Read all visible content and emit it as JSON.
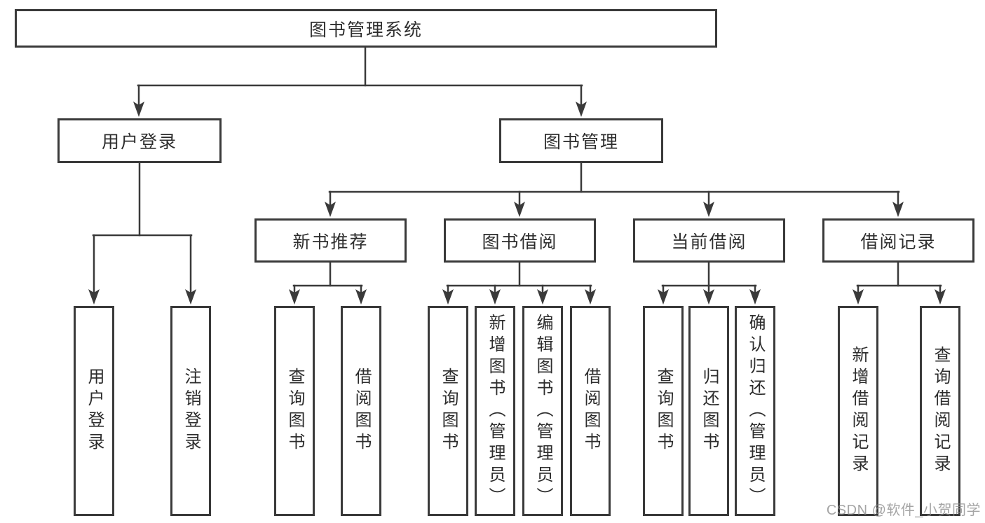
{
  "diagram": {
    "tree": {
      "label": "图书管理系统",
      "children": [
        {
          "label": "用户登录",
          "children": [
            {
              "label": "用户登录"
            },
            {
              "label": "注销登录"
            }
          ]
        },
        {
          "label": "图书管理",
          "children": [
            {
              "label": "新书推荐",
              "children": [
                {
                  "label": "查询图书"
                },
                {
                  "label": "借阅图书"
                }
              ]
            },
            {
              "label": "图书借阅",
              "children": [
                {
                  "label": "查询图书"
                },
                {
                  "label": "新增图书（管理员）"
                },
                {
                  "label": "编辑图书（管理员）"
                },
                {
                  "label": "借阅图书"
                }
              ]
            },
            {
              "label": "当前借阅",
              "children": [
                {
                  "label": "查询图书"
                },
                {
                  "label": "归还图书"
                },
                {
                  "label": "确认归还（管理员）"
                }
              ]
            },
            {
              "label": "借阅记录",
              "children": [
                {
                  "label": "新增借阅记录"
                },
                {
                  "label": "查询借阅记录"
                }
              ]
            }
          ]
        }
      ]
    },
    "colors": {
      "line": "#3a3a3a",
      "text": "#2d2d2d",
      "background": "#ffffff",
      "watermark": "#8c8c8c"
    }
  },
  "watermark": {
    "text": "CSDN @软件_小贺同学"
  }
}
